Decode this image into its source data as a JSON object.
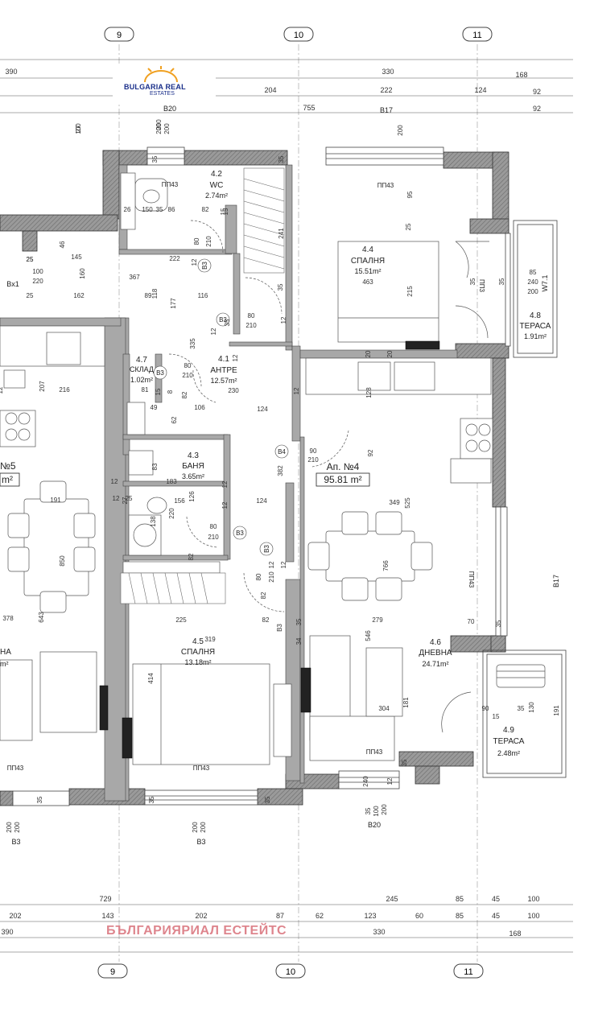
{
  "axes": {
    "top": [
      "9",
      "10",
      "11"
    ],
    "bottom": [
      "9",
      "10",
      "11"
    ]
  },
  "logo": {
    "line1": "BULGARIA REAL",
    "line2": "ESTATES"
  },
  "watermark": "БЪЛГАРИЯРИАЛ ЕСТЕЙТС",
  "apartment": {
    "name": "Ап. №4",
    "area": "95.81 m²"
  },
  "neighbor": {
    "name": "№5",
    "area": "m²",
    "room": "НА",
    "room_area": "m²"
  },
  "rooms": [
    {
      "no": "4.1",
      "name": "АНТРЕ",
      "area": "12.57m²"
    },
    {
      "no": "4.2",
      "name": "WC",
      "area": "2.74m²"
    },
    {
      "no": "4.3",
      "name": "БАНЯ",
      "area": "3.65m²"
    },
    {
      "no": "4.4",
      "name": "СПАЛНЯ",
      "area": "15.51m²"
    },
    {
      "no": "4.5",
      "name": "СПАЛНЯ",
      "area": "13.18m²"
    },
    {
      "no": "4.6",
      "name": "ДНЕВНА",
      "area": "24.71m²"
    },
    {
      "no": "4.7",
      "name": "СКЛАД",
      "area": "1.02m²"
    },
    {
      "no": "4.8",
      "name": "ТЕРАСА",
      "area": "1.91m²"
    },
    {
      "no": "4.9",
      "name": "ТЕРАСА",
      "area": "2.48m²"
    }
  ],
  "dims_top": {
    "r1": [
      "390",
      "330",
      "168"
    ],
    "r2": [
      "204",
      "222",
      "124",
      "92"
    ],
    "r3": [
      "755",
      "92"
    ]
  },
  "dims_bottom": {
    "r1": [
      "729",
      "245",
      "85",
      "45",
      "100"
    ],
    "r2": [
      "202",
      "143",
      "202",
      "87",
      "62",
      "123",
      "60",
      "85",
      "45",
      "100"
    ],
    "r3": [
      "390",
      "330",
      "168"
    ]
  },
  "window_tags": [
    "B20",
    "B17",
    "B3",
    "B3",
    "B20",
    "B17",
    "W7.1",
    "Bx1"
  ],
  "pp_labels": [
    "ПП43",
    "ПП43",
    "ПП43",
    "ПП43",
    "ПП43",
    "ПП43",
    "ПП3"
  ],
  "door_tags": [
    "B3",
    "B3",
    "B3",
    "B3",
    "B4",
    "B3"
  ],
  "dims_inner": [
    "100",
    "200",
    "200",
    "200",
    "35",
    "35",
    "26",
    "35",
    "86",
    "150",
    "15",
    "82",
    "15",
    "241",
    "95",
    "25",
    "463",
    "215",
    "35",
    "35",
    "85",
    "240",
    "200",
    "46",
    "145",
    "25",
    "100",
    "220",
    "160",
    "367",
    "177",
    "116",
    "89",
    "118",
    "162",
    "25",
    "25",
    "222",
    "12",
    "80",
    "210",
    "35",
    "80",
    "210",
    "12",
    "335",
    "12",
    "12",
    "20",
    "20",
    "35",
    "80",
    "210",
    "82",
    "230",
    "207",
    "216",
    "12",
    "81",
    "15",
    "8",
    "49",
    "106",
    "124",
    "128",
    "12",
    "62",
    "83",
    "220",
    "126",
    "183",
    "12",
    "156",
    "12",
    "138",
    "82",
    "80",
    "210",
    "90",
    "210",
    "92",
    "382",
    "349",
    "525",
    "191",
    "850",
    "124",
    "643",
    "766",
    "12",
    "12",
    "80",
    "210",
    "82",
    "225",
    "82",
    "319",
    "279",
    "546",
    "70",
    "35",
    "378",
    "414",
    "304",
    "181",
    "90",
    "35",
    "130",
    "191",
    "15",
    "35",
    "240",
    "34",
    "35",
    "12",
    "35",
    "35",
    "35",
    "35",
    "100",
    "200",
    "200",
    "200",
    "200",
    "200",
    "200",
    "B3",
    "12",
    "25",
    "27",
    "12",
    "27"
  ]
}
